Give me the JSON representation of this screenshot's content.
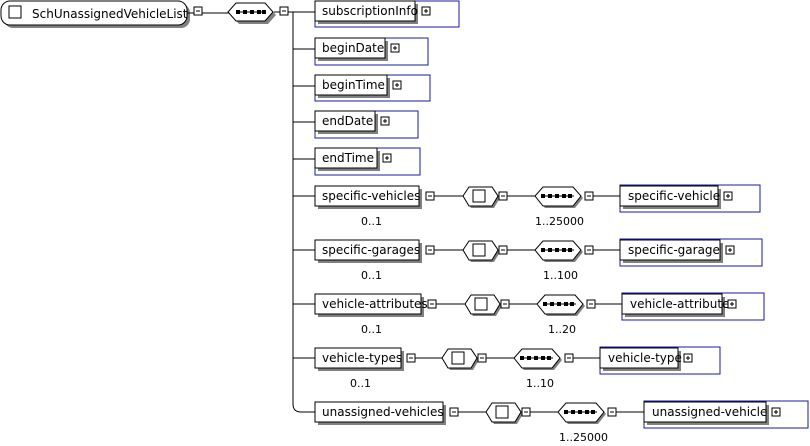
{
  "root": {
    "label": "SchUnassignedVehicleList"
  },
  "elements": [
    {
      "label": "subscriptionInfo"
    },
    {
      "label": "beginDate"
    },
    {
      "label": "beginTime"
    },
    {
      "label": "endDate"
    },
    {
      "label": "endTime"
    },
    {
      "label": "specific-vehicles",
      "occurrence": "0..1",
      "child": {
        "label": "specific-vehicle",
        "occurrence": "1..25000"
      }
    },
    {
      "label": "specific-garages",
      "occurrence": "0..1",
      "child": {
        "label": "specific-garage",
        "occurrence": "1..100"
      }
    },
    {
      "label": "vehicle-attributes",
      "occurrence": "0..1",
      "child": {
        "label": "vehicle-attribute",
        "occurrence": "1..20"
      }
    },
    {
      "label": "vehicle-types",
      "occurrence": "0..1",
      "child": {
        "label": "vehicle-type",
        "occurrence": "1..10"
      }
    },
    {
      "label": "unassigned-vehicles",
      "child": {
        "label": "unassigned-vehicle",
        "occurrence": "1..25000"
      }
    }
  ],
  "colors": {
    "reference_border": "#1a1aa6",
    "shadow": "#808080",
    "line": "#000000"
  }
}
